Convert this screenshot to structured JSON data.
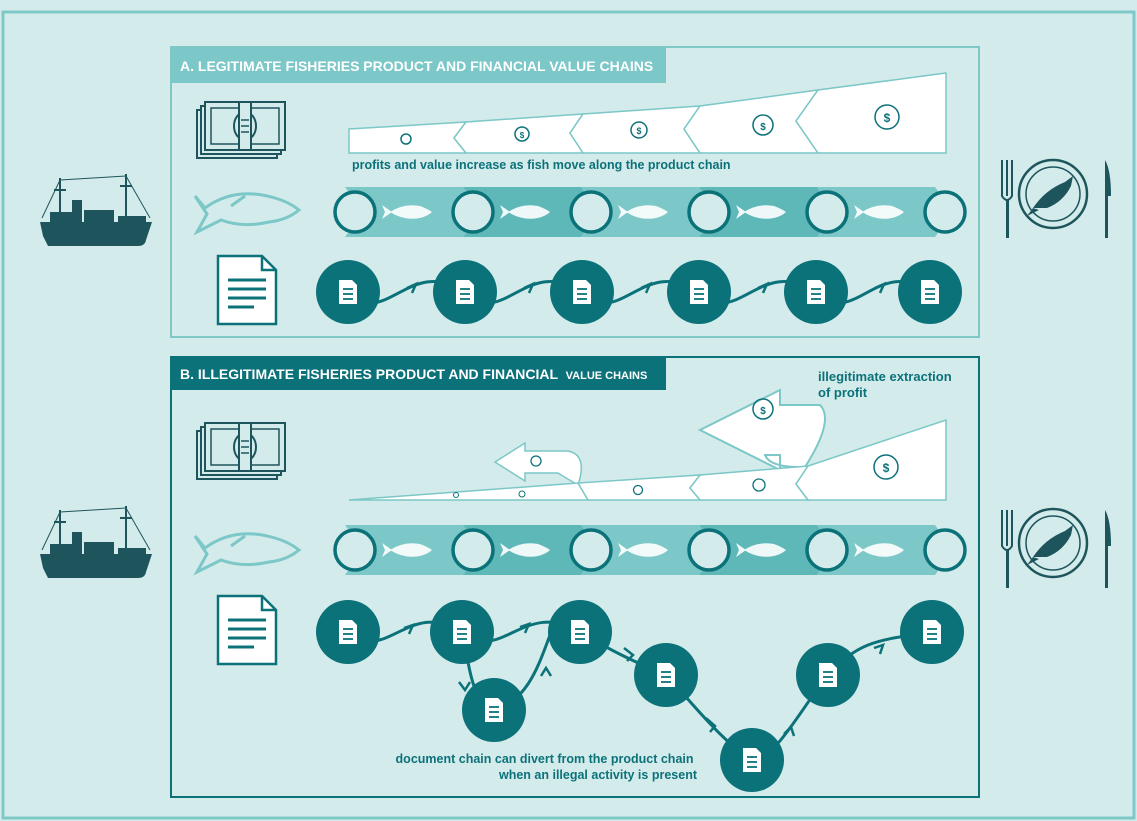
{
  "panel_a": {
    "title": "A. LEGITIMATE FISHERIES PRODUCT AND FINANCIAL VALUE CHAINS",
    "caption": "profits and value increase as fish move along the product chain"
  },
  "panel_b": {
    "title_main": "B. ILLEGITIMATE FISHERIES PRODUCT AND FINANCIAL",
    "title_tail": "VALUE CHAINS",
    "extraction_line1": "illegitimate extraction",
    "extraction_line2": "of profit",
    "divert_line1": "document chain can divert from the product chain",
    "divert_line2": "when an illegal activity is present"
  },
  "icons": {
    "money_symbol": "$",
    "boat": "fishing-boat-icon",
    "money": "banknote-stack-icon",
    "fish": "fish-outline-icon",
    "document": "document-icon",
    "plate": "plate-with-fish-icon"
  },
  "colors": {
    "background": "#d4ebeb",
    "frame": "#7fc8c8",
    "light_teal": "#7cc7c7",
    "medium_teal": "#5fb8b8",
    "dark_teal": "#0c727a",
    "boat": "#1e555c",
    "white": "#ffffff"
  }
}
